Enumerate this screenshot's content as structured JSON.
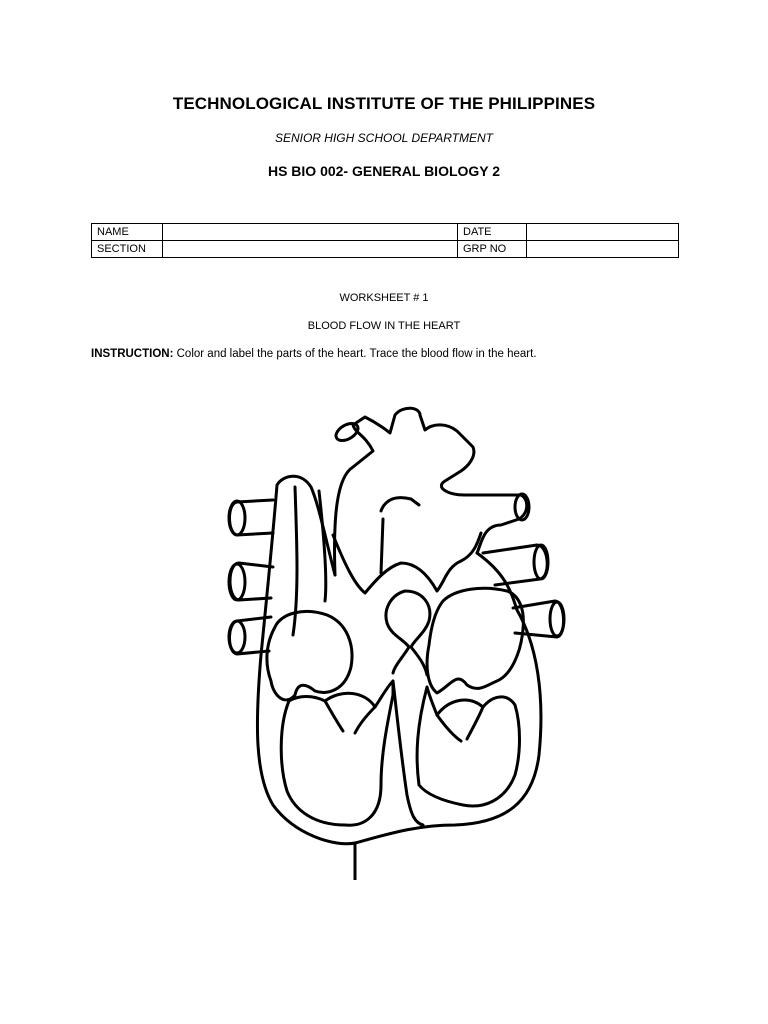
{
  "header": {
    "institute": "TECHNOLOGICAL INSTITUTE OF THE PHILIPPINES",
    "department": "SENIOR HIGH SCHOOL DEPARTMENT",
    "course": "HS BIO 002- GENERAL BIOLOGY 2"
  },
  "info_table": {
    "name_label": "NAME",
    "section_label": "SECTION",
    "date_label": "DATE",
    "grp_label": "GRP NO",
    "name_value": "",
    "section_value": "",
    "date_value": "",
    "grp_value": ""
  },
  "worksheet": {
    "number": "WORKSHEET # 1",
    "topic": "BLOOD FLOW IN THE HEART",
    "instruction_label": "INSTRUCTION:",
    "instruction_text": " Color and label the parts of the heart. Trace the blood flow in the heart."
  },
  "figure": {
    "icon": "heart-diagram-icon"
  }
}
